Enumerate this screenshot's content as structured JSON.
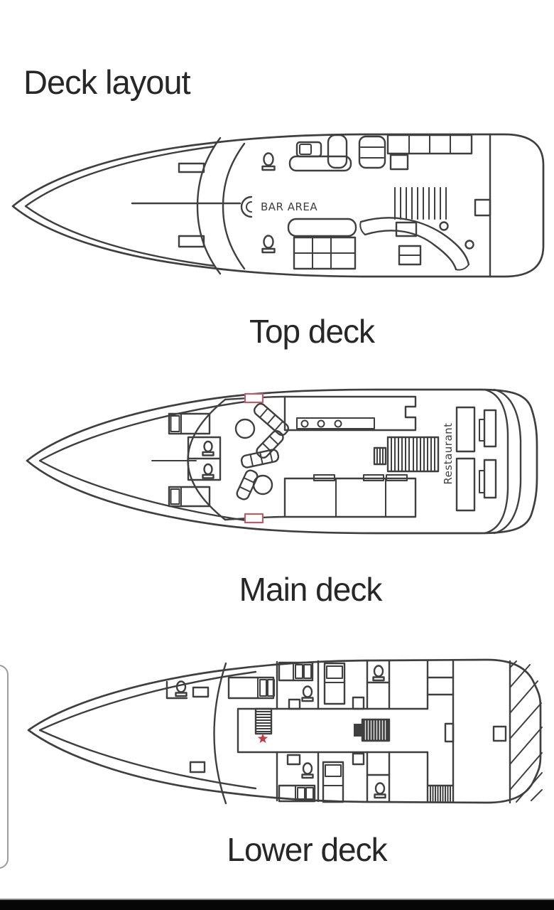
{
  "page": {
    "title": "Deck layout"
  },
  "decks": {
    "top": {
      "caption": "Top deck",
      "bar_area_label": "BAR AREA"
    },
    "main": {
      "caption": "Main deck",
      "restaurant_label": "Restaurant"
    },
    "lower": {
      "caption": "Lower deck",
      "marker": "red-star"
    }
  },
  "colors": {
    "page-bg": "#ffffff",
    "ink": "#3f3f3f",
    "text": "#272727",
    "red-accent": "#b65f69",
    "red-star": "#c43a40",
    "frame": "#9b9b9b",
    "bottom-bar": "#060606"
  }
}
